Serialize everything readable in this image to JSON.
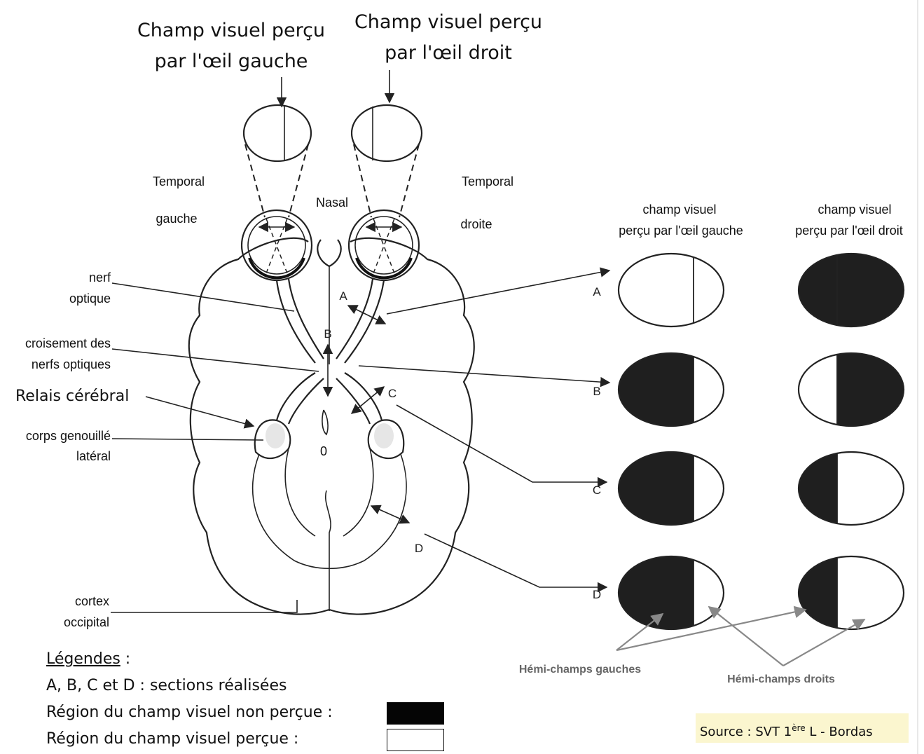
{
  "top_labels": {
    "left_line1": "Champ visuel perçu",
    "left_line2": "par l'œil gauche",
    "right_line1": "Champ visuel perçu",
    "right_line2": "par l'œil droit"
  },
  "side_labels": {
    "temporal_left_1": "Temporal",
    "temporal_left_2": "gauche",
    "nasal": "Nasal",
    "temporal_right_1": "Temporal",
    "temporal_right_2": "droite"
  },
  "left_labels": {
    "nerf_1": "nerf",
    "nerf_2": "optique",
    "croisement_1": "croisement des",
    "croisement_2": "nerfs optiques",
    "relais": "Relais cérébral",
    "corps_1": "corps genouillé",
    "corps_2": "latéral",
    "cortex_1": "cortex",
    "cortex_2": "occipital"
  },
  "brain_letters": {
    "A": "A",
    "B": "B",
    "C": "C",
    "D": "D",
    "zero": "0"
  },
  "column_headers": {
    "left_1": "champ visuel",
    "left_2": "perçu par l'œil gauche",
    "right_1": "champ visuel",
    "right_2": "perçu par l'œil droit"
  },
  "sections": [
    {
      "label": "A",
      "left_eye_dark": "none",
      "right_eye_dark": "full"
    },
    {
      "label": "B",
      "left_eye_dark": "left",
      "right_eye_dark": "right"
    },
    {
      "label": "C",
      "left_eye_dark": "left",
      "right_eye_dark": "left"
    },
    {
      "label": "D",
      "left_eye_dark": "left",
      "right_eye_dark": "left"
    }
  ],
  "hemi_labels": {
    "gauches": "Hémi-champs gauches",
    "droits": "Hémi-champs droits"
  },
  "legend": {
    "title": "Légendes",
    "title_suffix": " :",
    "sections_line": "A, B, C et D : sections réalisées",
    "non_percue": "Région du champ visuel non perçue :",
    "percue": "Région du champ visuel perçue :"
  },
  "source": {
    "prefix": "Source : SVT 1",
    "sup": "ère",
    "suffix": " L - Bordas"
  },
  "colors": {
    "dark_region": "#1f1f1f",
    "source_bg": "#fbf6cf",
    "gray_label": "#666666"
  }
}
